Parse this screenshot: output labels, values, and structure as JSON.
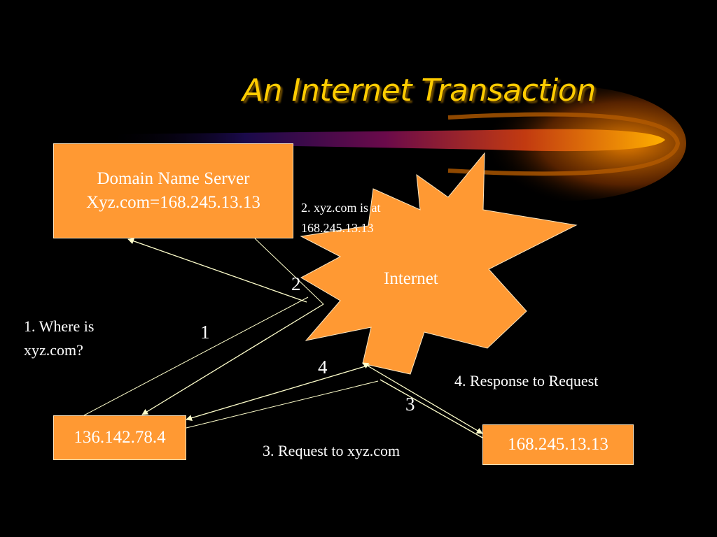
{
  "title": "An Internet Transaction",
  "colors": {
    "background": "#000000",
    "title": "#ffcc00",
    "box_fill": "#ff9933",
    "arrow": "#ffffcc",
    "text": "#ffffff"
  },
  "nodes": {
    "dns": {
      "line1": "Domain Name Server",
      "line2": "Xyz.com=168.245.13.13"
    },
    "internet": {
      "label": "Internet"
    },
    "client": {
      "label": "136.142.78.4"
    },
    "server": {
      "label": "168.245.13.13"
    }
  },
  "steps": {
    "step1": {
      "number": "1",
      "line1": "1. Where is",
      "line2": "xyz.com?"
    },
    "step2": {
      "number": "2",
      "line1": "2. xyz.com is at",
      "line2": "168.245.13.13"
    },
    "step3": {
      "number": "3",
      "text": "3. Request to xyz.com"
    },
    "step4": {
      "number": "4",
      "text": "4. Response to Request"
    }
  }
}
